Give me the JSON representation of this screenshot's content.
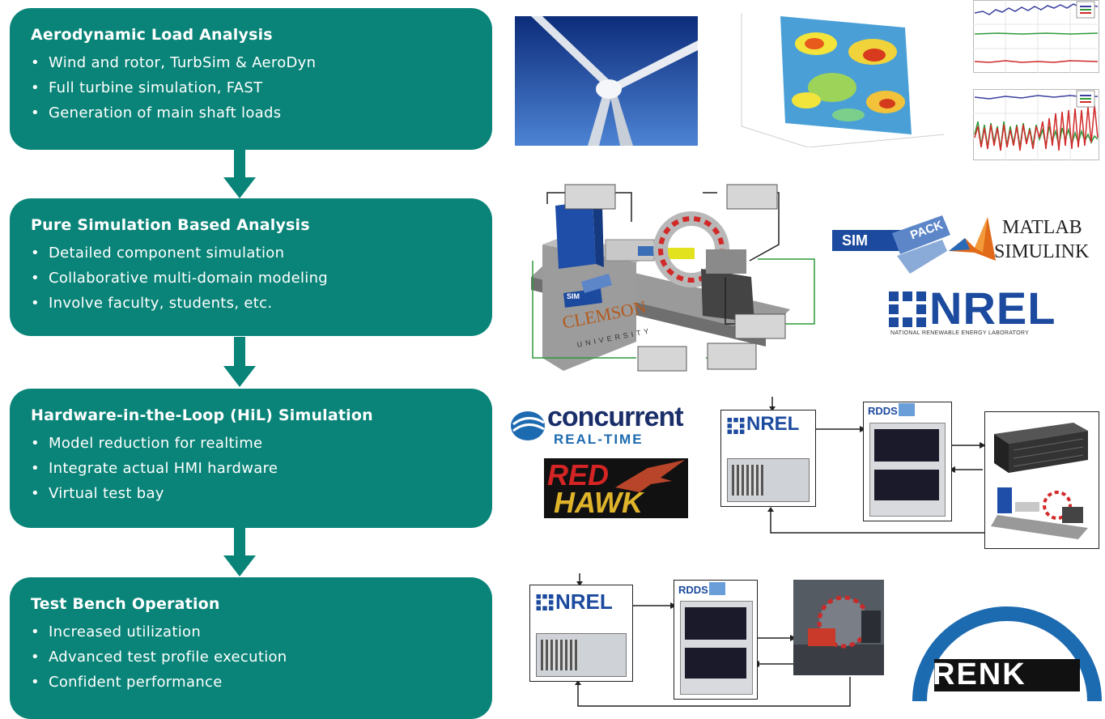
{
  "colors": {
    "stage_fill": "#0a8478",
    "arrow_fill": "#0a8478"
  },
  "stages": [
    {
      "title": "Aerodynamic Load Analysis",
      "bullets": [
        "Wind and rotor, TurbSim & AeroDyn",
        "Full turbine simulation, FAST",
        "Generation of main shaft loads"
      ]
    },
    {
      "title": "Pure Simulation Based Analysis",
      "bullets": [
        "Detailed component simulation",
        "Collaborative multi-domain modeling",
        "Involve faculty, students, etc."
      ]
    },
    {
      "title": "Hardware-in-the-Loop (HiL) Simulation",
      "bullets": [
        "Model reduction for realtime",
        "Integrate actual HMI hardware",
        "Virtual test bay"
      ]
    },
    {
      "title": "Test Bench Operation",
      "bullets": [
        "Increased utilization",
        "Advanced test profile execution",
        "Confident performance"
      ]
    }
  ],
  "logos": {
    "simpack_sim": "SIM",
    "simpack_pack": "PACK",
    "matlab": "MATLAB",
    "simulink": "SIMULINK",
    "nrel": "NREL",
    "nrel_sub": "NATIONAL RENEWABLE ENERGY LABORATORY",
    "concurrent": "concurrent",
    "realtime": "REAL-TIME",
    "red": "RED",
    "hawk": "HAWK",
    "rdds": "RDDS",
    "renk": "RENK",
    "clemson": "CLEMSON",
    "university": "UNIVERSITY"
  }
}
